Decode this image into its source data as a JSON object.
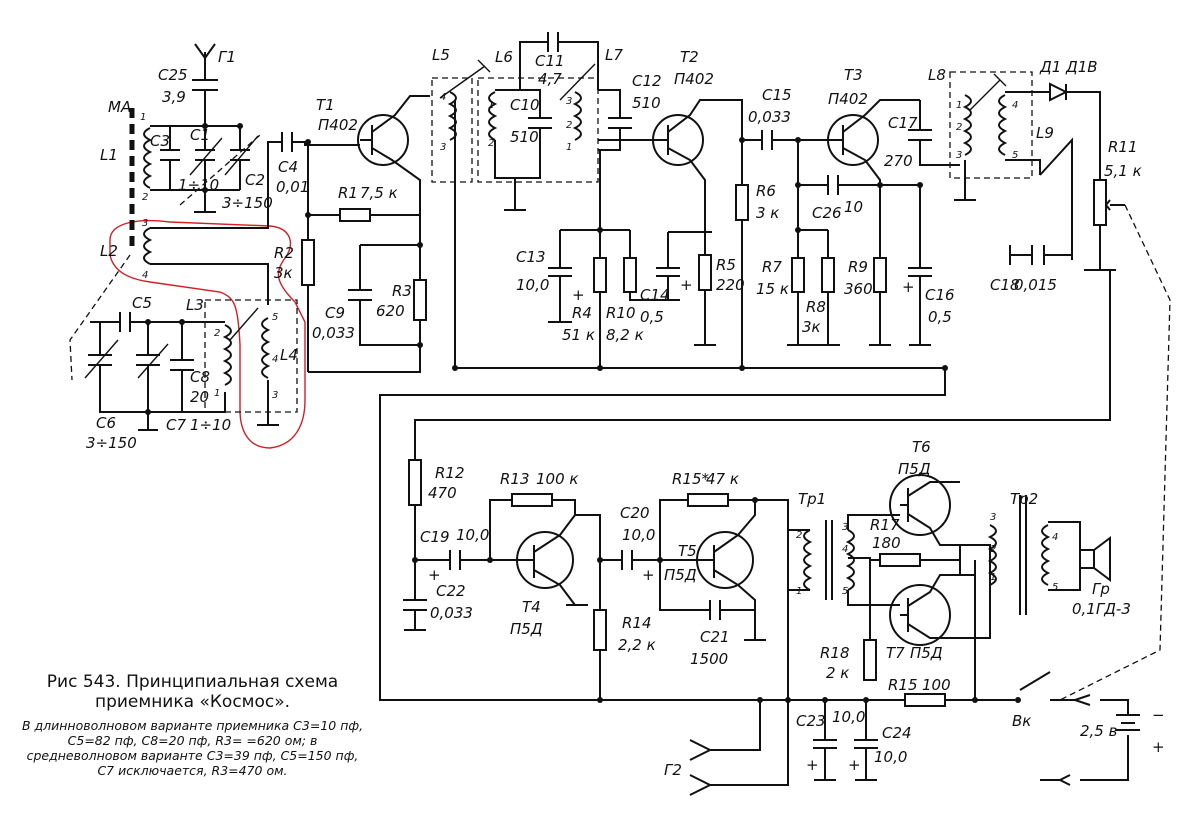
{
  "caption": {
    "title_line1": "Рис 543. Принципиальная схема",
    "title_line2": "приемника «Космос».",
    "note": "В длинноволновом варианте приемника C3=10 пф, C5=82 пф, C8=20 пф, R3= =620 ом; в средневолновом варианте C3=39 пф, C5=150 пф, C7 исключается, R3=470 ом."
  },
  "labels": {
    "ma": "МА",
    "antenna": "Г1",
    "g2": "Г2",
    "battery": "2,5 в",
    "switch": "Вк",
    "speaker": "Гр",
    "speaker_type": "0,1ГД-3",
    "diode": "Д1 Д1В",
    "tr1": "Тр1",
    "tr2": "Тр2",
    "plus": "+",
    "minus": "−"
  },
  "transistors": {
    "t1": [
      "Т1",
      "П402"
    ],
    "t2": [
      "Т2",
      "П402"
    ],
    "t3": [
      "Т3",
      "П402"
    ],
    "t4": [
      "Т4",
      "П5Д"
    ],
    "t5": [
      "Т5",
      "П5Д"
    ],
    "t6": [
      "Т6",
      "П5Д"
    ],
    "t7": [
      "Т7",
      "П5Д"
    ]
  },
  "coils": {
    "l1": "L1",
    "l2": "L2",
    "l3": "L3",
    "l4": "L4",
    "l5": "L5",
    "l6": "L6",
    "l7": "L7",
    "l8": "L8",
    "l9": "L9"
  },
  "capacitors": {
    "c1": [
      "C1",
      "1÷10"
    ],
    "c2": [
      "C2",
      "3÷150"
    ],
    "c3": [
      "C3",
      ""
    ],
    "c4": [
      "C4",
      "0,01"
    ],
    "c5": [
      "C5",
      ""
    ],
    "c6": [
      "C6",
      "3÷150"
    ],
    "c7": [
      "C7",
      "1÷10"
    ],
    "c8": [
      "C8",
      "20"
    ],
    "c9": [
      "C9",
      "0,033"
    ],
    "c10": [
      "C10",
      "510"
    ],
    "c11": [
      "C11",
      "4,7"
    ],
    "c12": [
      "C12",
      "510"
    ],
    "c13": [
      "C13",
      "10,0"
    ],
    "c14": [
      "C14",
      "0,5"
    ],
    "c15": [
      "C15",
      "0,033"
    ],
    "c16": [
      "C16",
      "0,5"
    ],
    "c17": [
      "C17",
      "270"
    ],
    "c18": [
      "C18",
      "0,015"
    ],
    "c19": [
      "C19",
      "10,0"
    ],
    "c20": [
      "C20",
      "10,0"
    ],
    "c21": [
      "C21",
      "1500"
    ],
    "c22": [
      "C22",
      "0,033"
    ],
    "c23": [
      "C23",
      "10,0"
    ],
    "c24": [
      "C24",
      "10,0"
    ],
    "c25": [
      "C25",
      "3,9"
    ],
    "c26": [
      "C26",
      "10"
    ]
  },
  "resistors": {
    "r1": [
      "R1",
      "7,5 к"
    ],
    "r2": [
      "R2",
      "3к"
    ],
    "r3": [
      "R3",
      "620"
    ],
    "r4": [
      "R4",
      "51 к"
    ],
    "r5": [
      "R5",
      "220"
    ],
    "r6": [
      "R6",
      "3 к"
    ],
    "r7": [
      "R7",
      "15 к"
    ],
    "r8": [
      "R8",
      "3к"
    ],
    "r9": [
      "R9",
      "360"
    ],
    "r10": [
      "R10",
      "8,2 к"
    ],
    "r11": [
      "R11",
      "5,1 к"
    ],
    "r12": [
      "R12",
      "470"
    ],
    "r13": [
      "R13",
      "100 к"
    ],
    "r14": [
      "R14",
      "2,2 к"
    ],
    "r15": [
      "R15",
      "100"
    ],
    "r15s": [
      "R15*",
      "47 к"
    ],
    "r17": [
      "R17",
      "180"
    ],
    "r18": [
      "R18",
      "2 к"
    ]
  },
  "pins": {
    "n1": "1",
    "n2": "2",
    "n3": "3",
    "n4": "4",
    "n5": "5"
  }
}
